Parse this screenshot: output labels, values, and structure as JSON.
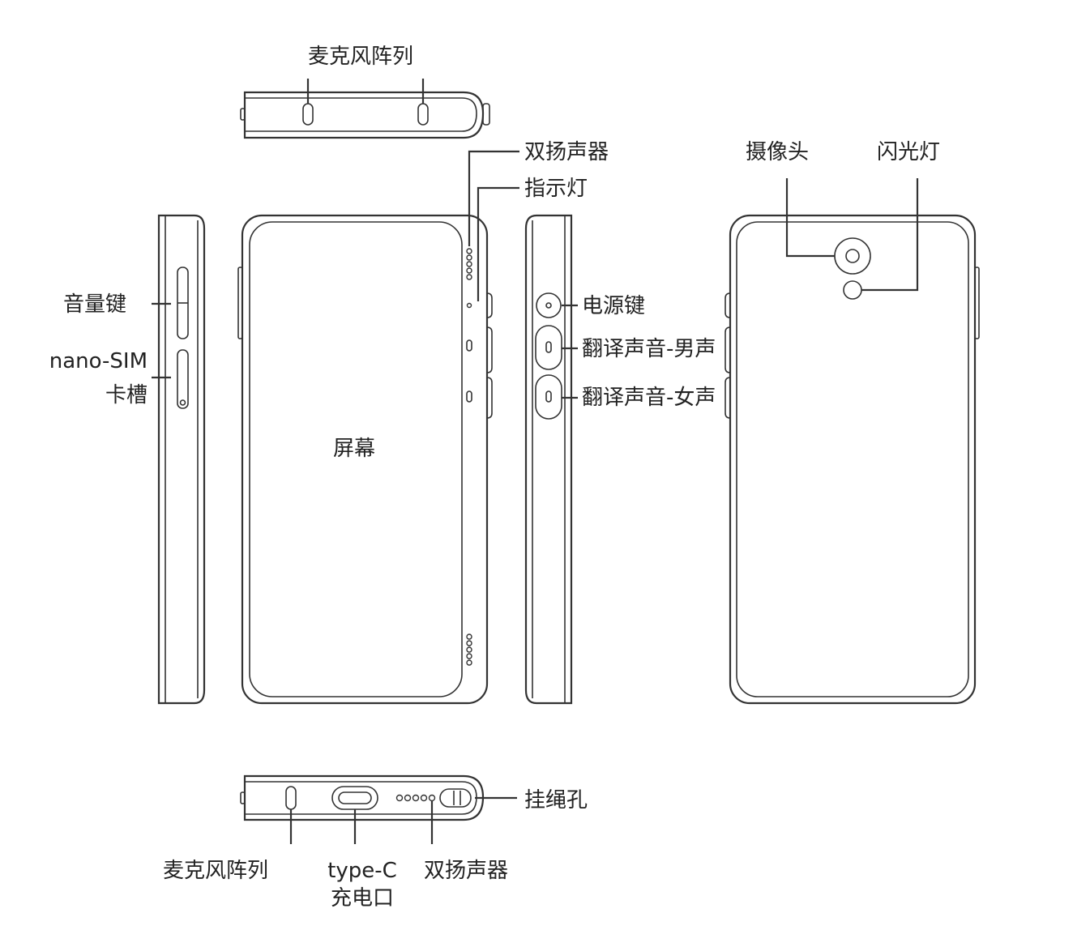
{
  "labels": {
    "top_mic": "麦克风阵列",
    "speakers_top": "双扬声器",
    "indicator": "指示灯",
    "camera": "摄像头",
    "flash": "闪光灯",
    "volume": "音量键",
    "sim_line1": "nano-SIM",
    "sim_line2": "卡槽",
    "screen": "屏幕",
    "power": "电源键",
    "male_voice": "翻译声音-男声",
    "female_voice": "翻译声音-女声",
    "lanyard": "挂绳孔",
    "bottom_mic": "麦克风阵列",
    "typec_line1": "type-C",
    "typec_line2": "充电口",
    "speakers_bottom": "双扬声器"
  },
  "colors": {
    "line": "#333333",
    "text": "#222222",
    "background": "#ffffff"
  }
}
